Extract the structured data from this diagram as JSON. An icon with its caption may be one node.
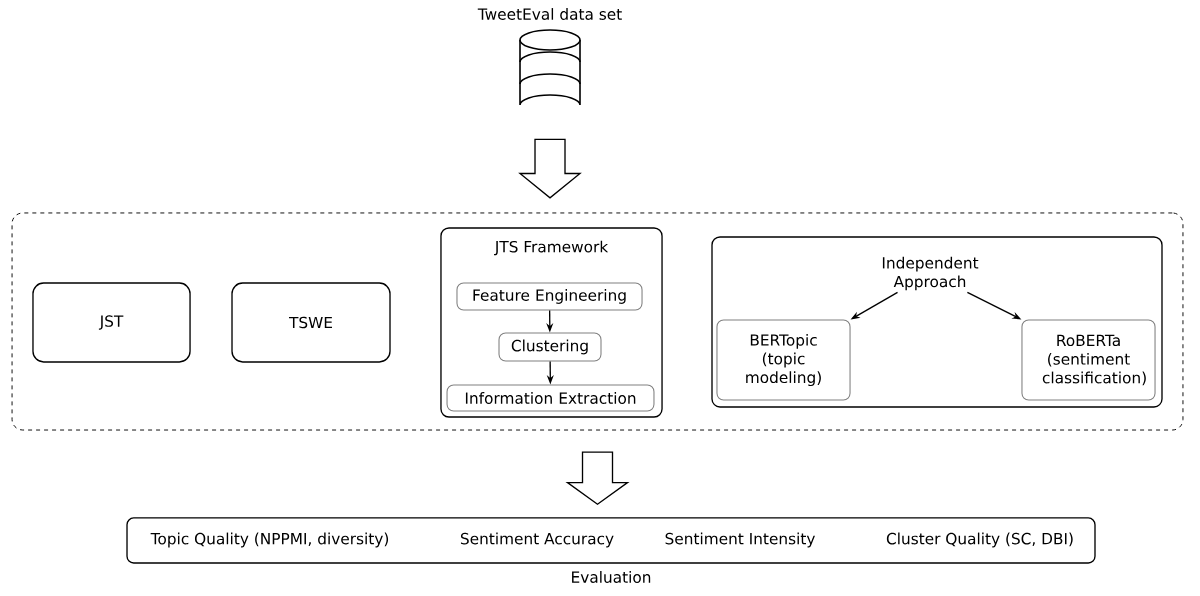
{
  "diagram": {
    "nodes": [
      {
        "text": [
          "TweetEval data set"
        ]
      },
      {
        "text": [],
        "shape": "box"
      },
      {
        "text": [
          "JST"
        ],
        "in": 1
      },
      {
        "text": [
          "TSWE"
        ],
        "in": 1
      },
      {
        "text": [
          "JTS Framework"
        ],
        "in": 1
      },
      {
        "text": [
          "Feature Engineering"
        ],
        "in": 4
      },
      {
        "text": [
          "Clustering"
        ],
        "in": 4
      },
      {
        "text": [
          "Information Extraction"
        ],
        "in": 4
      },
      {
        "text": [],
        "shape": "box",
        "in": 1
      },
      {
        "text": [
          "Independent Approach"
        ],
        "in": 8
      },
      {
        "text": [
          "BERTopic (topic modeling)"
        ],
        "in": 8
      },
      {
        "text": [
          "RoBERTa (sentiment classification)"
        ],
        "in": 8
      },
      {
        "text": [
          "Topic Quality (NPPMI, diversity)",
          "Sentiment Accuracy",
          "Sentiment Intensity",
          "Cluster Quality (SC, DBI)",
          "Evaluation"
        ]
      }
    ],
    "edges": [
      {
        "from": 0,
        "to": 1,
        "arrow": "to",
        "style": "thick"
      },
      {
        "from": 5,
        "to": 6,
        "arrow": "to"
      },
      {
        "from": 6,
        "to": 7,
        "arrow": "to"
      },
      {
        "from": 9,
        "to": 10,
        "arrow": "to"
      },
      {
        "from": 9,
        "to": 11,
        "arrow": "to"
      },
      {
        "from": 1,
        "to": 12,
        "arrow": "to",
        "style": "thick"
      }
    ]
  }
}
